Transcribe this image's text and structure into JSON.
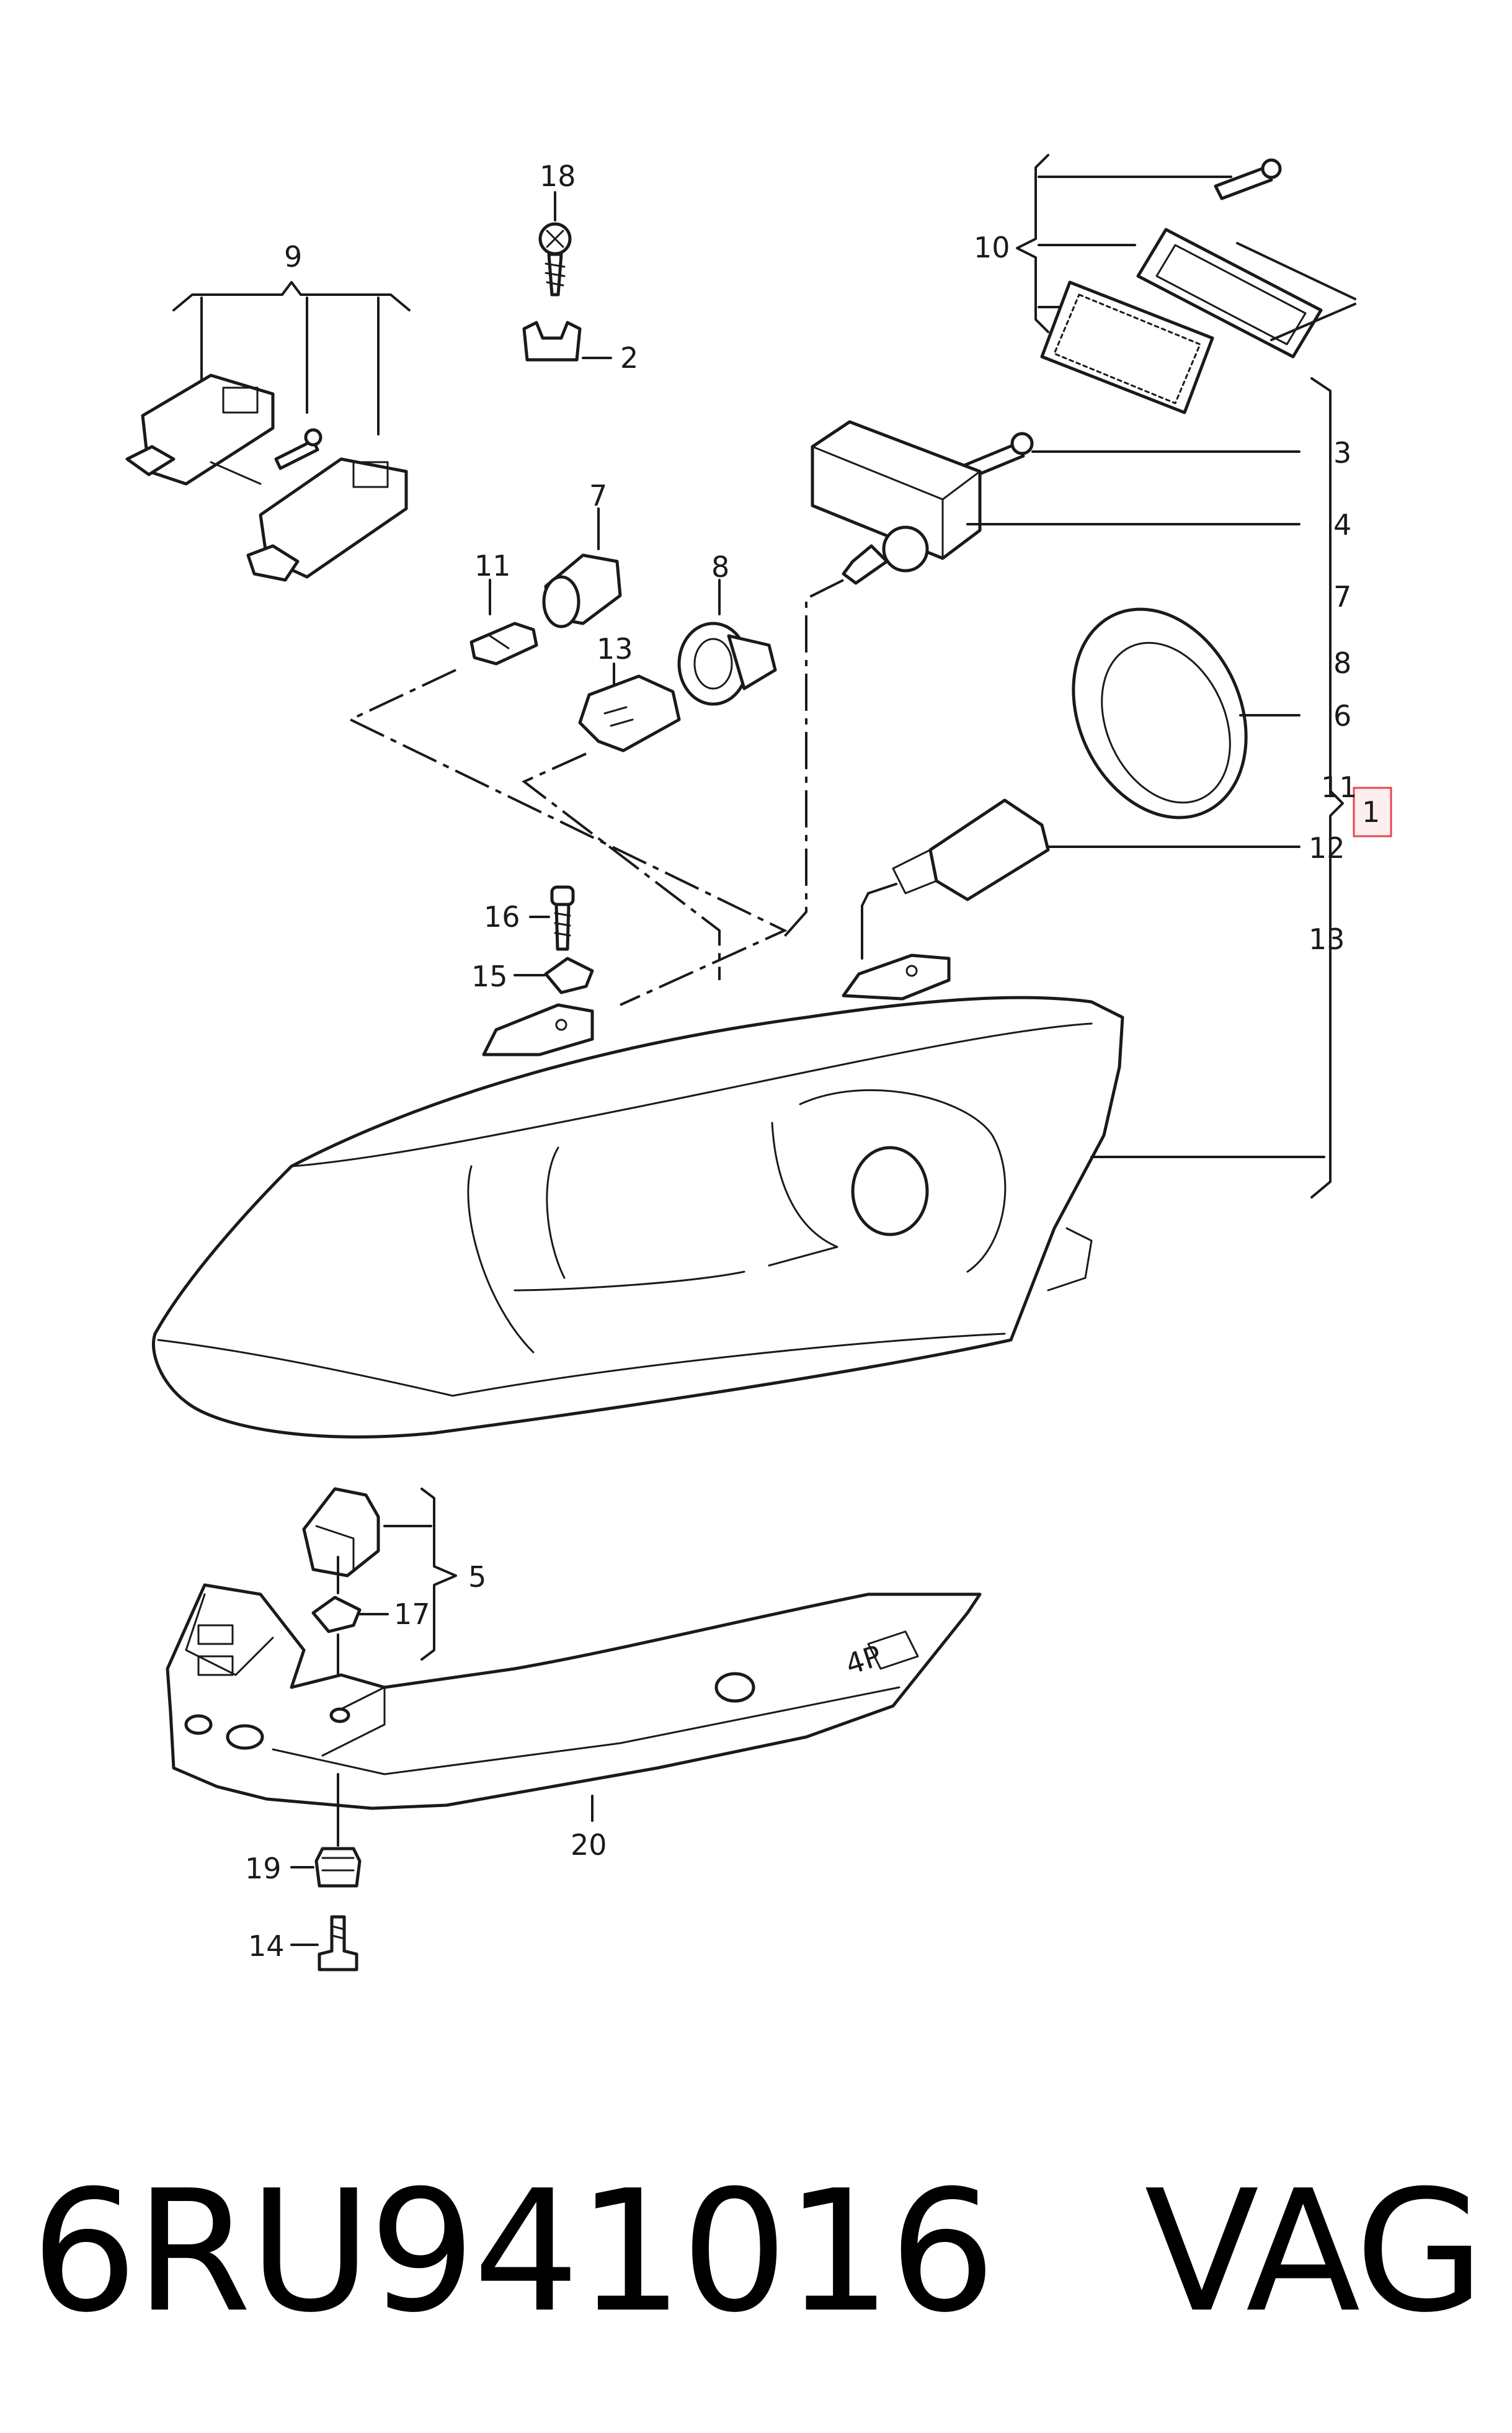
{
  "diagram": {
    "callouts": {
      "c1": "1",
      "c2": "2",
      "c3": "3",
      "c4": "4",
      "c5": "5",
      "c6": "6",
      "c7_left": "7",
      "c7_right": "7",
      "c8_left": "8",
      "c8_right": "8",
      "c9": "9",
      "c10": "10",
      "c11_left": "11",
      "c11_right": "11",
      "c12": "12",
      "c13_left": "13",
      "c13_right": "13",
      "c14": "14",
      "c15": "15",
      "c16": "16",
      "c17": "17",
      "c18": "18",
      "c19": "19",
      "c20": "20"
    },
    "highlight_color": "#e8454f"
  },
  "footer": {
    "part_number": "6RU941016",
    "brand": "VAG"
  }
}
